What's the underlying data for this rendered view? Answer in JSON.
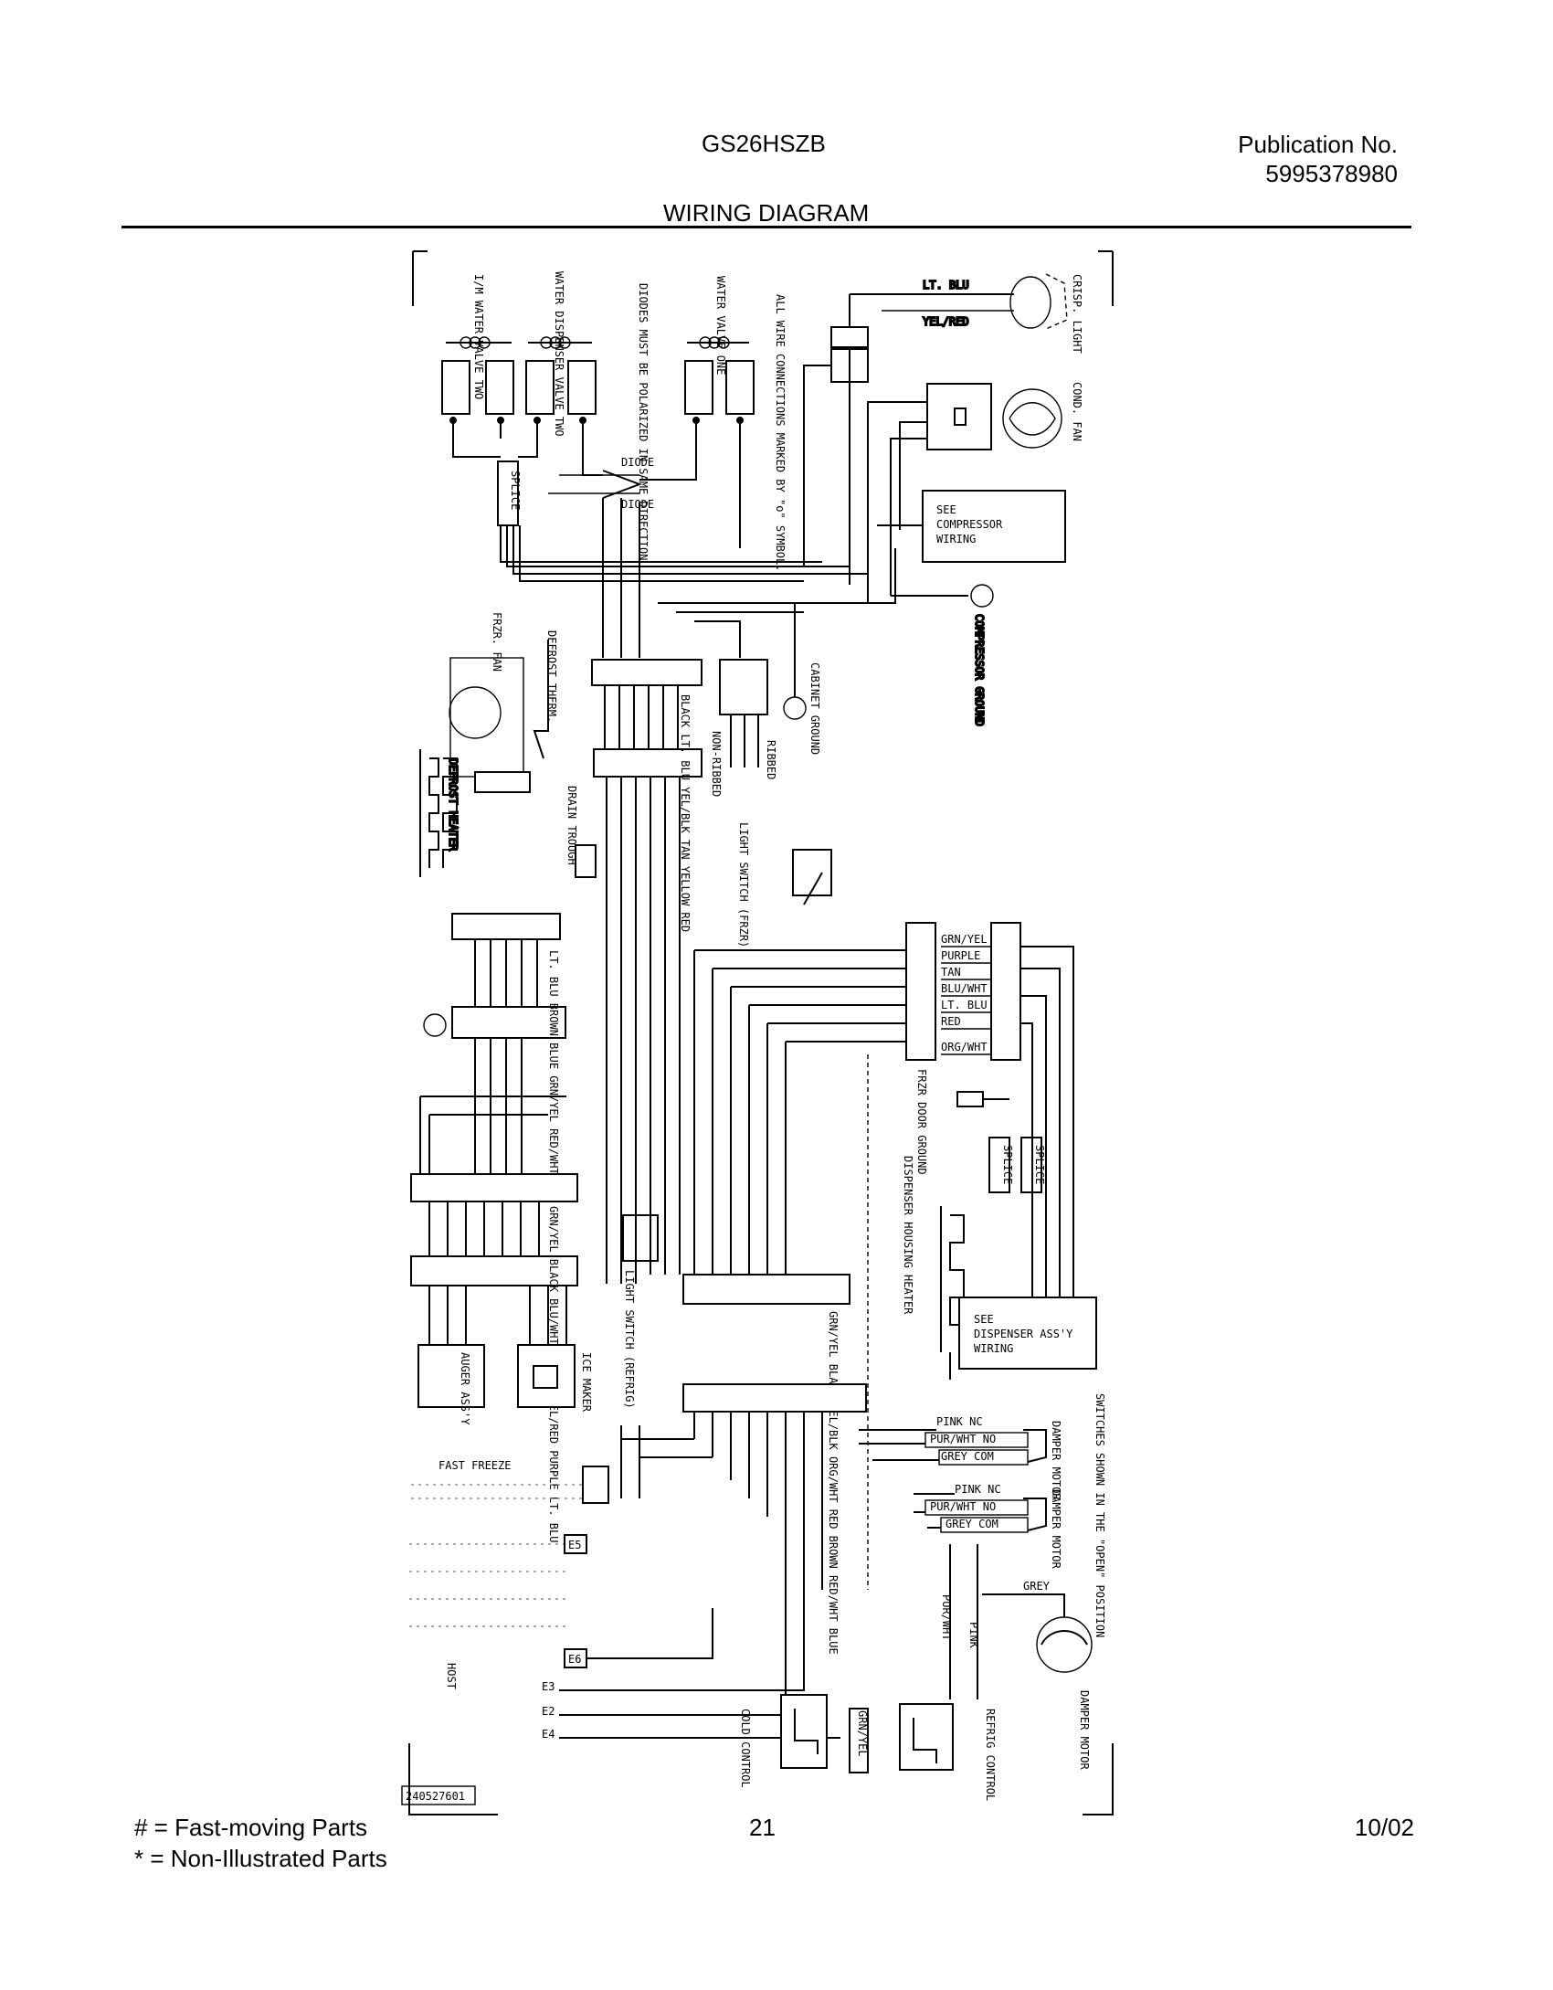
{
  "header": {
    "model": "GS26HSZB",
    "publication_label": "Publication No.",
    "publication_number": "5995378980",
    "title": "WIRING DIAGRAM"
  },
  "footer": {
    "legend_fast": "# = Fast-moving Parts",
    "legend_non": "* = Non-Illustrated Parts",
    "page": "21",
    "date": "10/02"
  },
  "diagram": {
    "valve_iw": "I/M WATER VALVE TWO",
    "valve_disp": "WATER DISPENSER VALVE TWO",
    "diodes_note": "DIODES MUST BE POLARIZED IN SAME DIRECTION",
    "valve_one": "WATER VALVE ONE",
    "connections_note": "ALL WIRE CONNECTIONS MARKED BY \"o\" SYMBOL.",
    "crisp_light": "CRISP. LIGHT",
    "lt_blu": "LT. BLU",
    "yel_red": "YEL/RED",
    "cond_fan": "COND. FAN",
    "diode1": "DIODE",
    "diode2": "DIODE",
    "splice": "SPLICE",
    "compressor_wiring": [
      "SEE",
      "COMPRESSOR",
      "WIRING"
    ],
    "compressor_ground": "COMPRESSOR GROUND",
    "frzr_fan": "FRZR. FAN",
    "defrost_therm": "DEFROST THERM.",
    "harness1": "BLACK LT. BLU YEL/BLK TAN YELLOW RED",
    "cabinet_ground": "CABINET GROUND",
    "ribbed": "RIBBED",
    "non_ribbed": "NON-RIBBED",
    "defrost_heater": "DEFROST HEATER",
    "drain_trough": "DRAIN TROUGH",
    "light_switch_frzr": "LIGHT SWITCH (FRZR)",
    "harness2": "LT. BLU BROWN BLUE GRN/YEL RED/WHT",
    "door_colors": [
      "GRN/YEL",
      "PURPLE",
      "TAN",
      "BLU/WHT",
      "LT. BLU",
      "RED",
      "ORG/WHT"
    ],
    "frzr_door_ground": "FRZR DOOR GROUND",
    "dispenser_heater": "DISPENSER HOUSING HEATER",
    "splice2": "SPLICE",
    "splice3": "SPLICE",
    "dispenser_wiring": [
      "SEE",
      "DISPENSER ASS'Y",
      "WIRING"
    ],
    "harness3": "GRN/YEL BLACK BLU/WHT YELLOW YEL/RED PURPLE LT. BLU",
    "light_switch_refrig": "LIGHT SWITCH (REFRIG)",
    "harness4": "GRN/YEL BLACK YEL/BLK ORG/WHT RED BROWN RED/WHT BLUE",
    "auger": "AUGER ASS'Y",
    "ice_maker": "ICE MAKER",
    "switches_note": "SWITCHES SHOWN IN THE \"OPEN\" POSITION",
    "damper_motor_a": "DAMPER MOTOR",
    "damper_motor_b": "DAMPER MOTOR",
    "damper_motor_c": "DAMPER MOTOR",
    "pink_nc": "PINK NC",
    "pur_wht_no": "PUR/WHT NO",
    "grey_com": "GREY COM",
    "pink_nc2": "PINK NC",
    "pur_wht_no2": "PUR/WHT NO",
    "grey_com2": "GREY COM",
    "grey": "GREY",
    "pur_wht": "PUR/WHT",
    "pink": "PINK",
    "fast_freeze": "FAST FREEZE",
    "e5": "E5",
    "e6": "E6",
    "e3": "E3",
    "e2": "E2",
    "e4": "E4",
    "e_fragment": "HOST",
    "cold_control": "COLD CONTROL",
    "grn_yel": "GRN/YEL",
    "refrig_control": "REFRIG CONTROL",
    "part_code": "240527601"
  }
}
